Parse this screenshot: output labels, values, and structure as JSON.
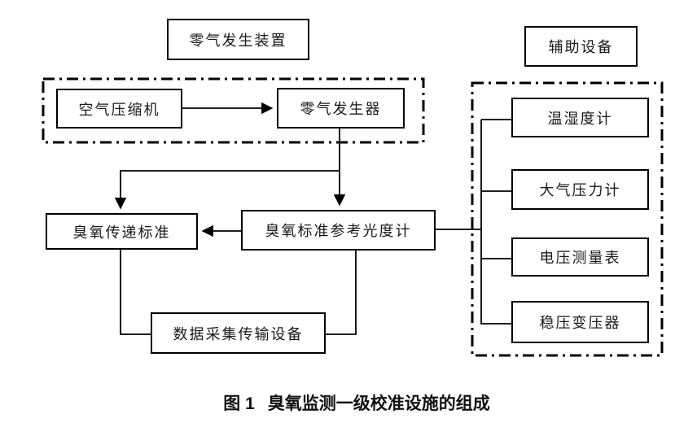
{
  "figure": {
    "caption": {
      "label": "图 1",
      "title": "臭氧监测一级校准设施的组成"
    }
  },
  "groups": {
    "zero_gas": {
      "title": "零气发生装置"
    },
    "auxiliary": {
      "title": "辅助设备"
    }
  },
  "nodes": {
    "air_compressor": {
      "label": "空气压缩机"
    },
    "zero_gas_generator": {
      "label": "零气发生器"
    },
    "ozone_transfer_standard": {
      "label": "臭氧传递标准"
    },
    "ozone_reference_photometer": {
      "label": "臭氧标准参考光度计"
    },
    "data_acquisition": {
      "label": "数据采集传输设备"
    },
    "thermo_hygrometer": {
      "label": "温湿度计"
    },
    "barometer": {
      "label": "大气压力计"
    },
    "voltmeter": {
      "label": "电压测量表"
    },
    "voltage_stabilizer": {
      "label": "稳压变压器"
    }
  },
  "colors": {
    "line": "#000000",
    "text": "#1a1a1a",
    "background": "#ffffff"
  }
}
